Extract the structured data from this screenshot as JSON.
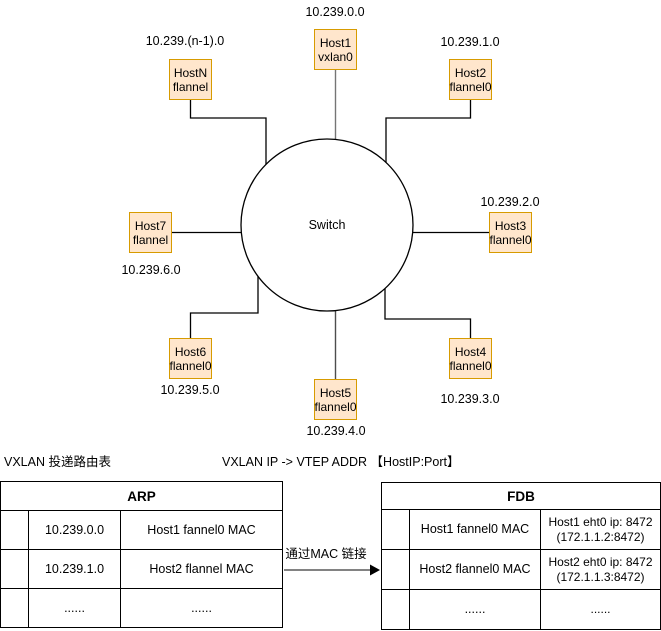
{
  "diagram": {
    "switch_label": "Switch",
    "hosts": [
      {
        "name": "Host1",
        "iface": "vxlan0",
        "network": "10.239.0.0"
      },
      {
        "name": "Host2",
        "iface": "flannel0",
        "network": "10.239.1.0"
      },
      {
        "name": "Host3",
        "iface": "flannel0",
        "network": "10.239.2.0"
      },
      {
        "name": "Host4",
        "iface": "flannel0",
        "network": "10.239.3.0"
      },
      {
        "name": "Host5",
        "iface": "flannel0",
        "network": "10.239.4.0"
      },
      {
        "name": "Host6",
        "iface": "flannel0",
        "network": "10.239.5.0"
      },
      {
        "name": "Host7",
        "iface": "flannel",
        "network": "10.239.6.0"
      },
      {
        "name": "HostN",
        "iface": "flannel",
        "network": "10.239.(n-1).0"
      }
    ]
  },
  "annotations": {
    "routing_table_label": "VXLAN  投递路由表",
    "vtep_mapping_label": "VXLAN IP -> VTEP ADDR 【HostIP:Port】",
    "arrow_label": "通过MAC 链接"
  },
  "arp_table": {
    "title": "ARP",
    "rows": [
      [
        "",
        "10.239.0.0",
        "Host1 fannel0 MAC"
      ],
      [
        "",
        "10.239.1.0",
        "Host2 flannel MAC"
      ],
      [
        "",
        "......",
        "......"
      ]
    ]
  },
  "fdb_table": {
    "title": "FDB",
    "rows": [
      {
        "c1": "",
        "c2": "Host1 fannel0 MAC",
        "c3a": "Host1 eht0 ip: 8472",
        "c3b": "(172.1.1.2:8472)"
      },
      {
        "c1": "",
        "c2": "Host2 flannel0 MAC",
        "c3a": "Host2 eht0 ip: 8472",
        "c3b": "(172.1.1.3:8472)"
      },
      {
        "c1": "",
        "c2": "......",
        "c3a": "......",
        "c3b": ""
      }
    ]
  },
  "colors": {
    "node_fill": "#ffe6cc",
    "node_border": "#d79b00",
    "line": "#000000",
    "gray_line": "#757575"
  }
}
